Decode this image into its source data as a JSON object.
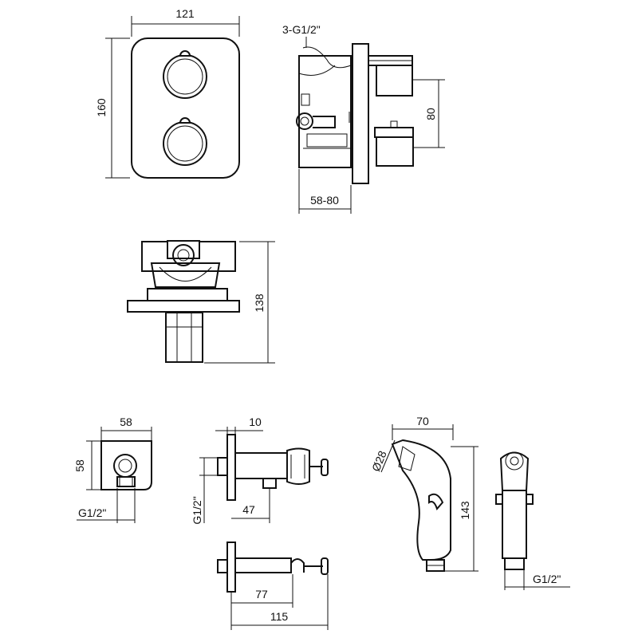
{
  "colors": {
    "ink": "#111111",
    "background": "#ffffff"
  },
  "labels": {
    "plate_width": "121",
    "plate_height": "160",
    "inlet_thread": "3-G1/2\"",
    "outlet_spacing": "80",
    "wall_depth": "58-80",
    "body_height": "138",
    "elbow_width": "58",
    "elbow_height": "58",
    "elbow_thread": "G1/2\"",
    "valve_plate": "10",
    "valve_thread": "G1/2\"",
    "valve_outlet": "47",
    "holder_reach": "77",
    "holder_length": "115",
    "spray_length": "70",
    "spray_diameter": "Ø28",
    "spray_height": "143",
    "spray_thread": "G1/2\""
  }
}
